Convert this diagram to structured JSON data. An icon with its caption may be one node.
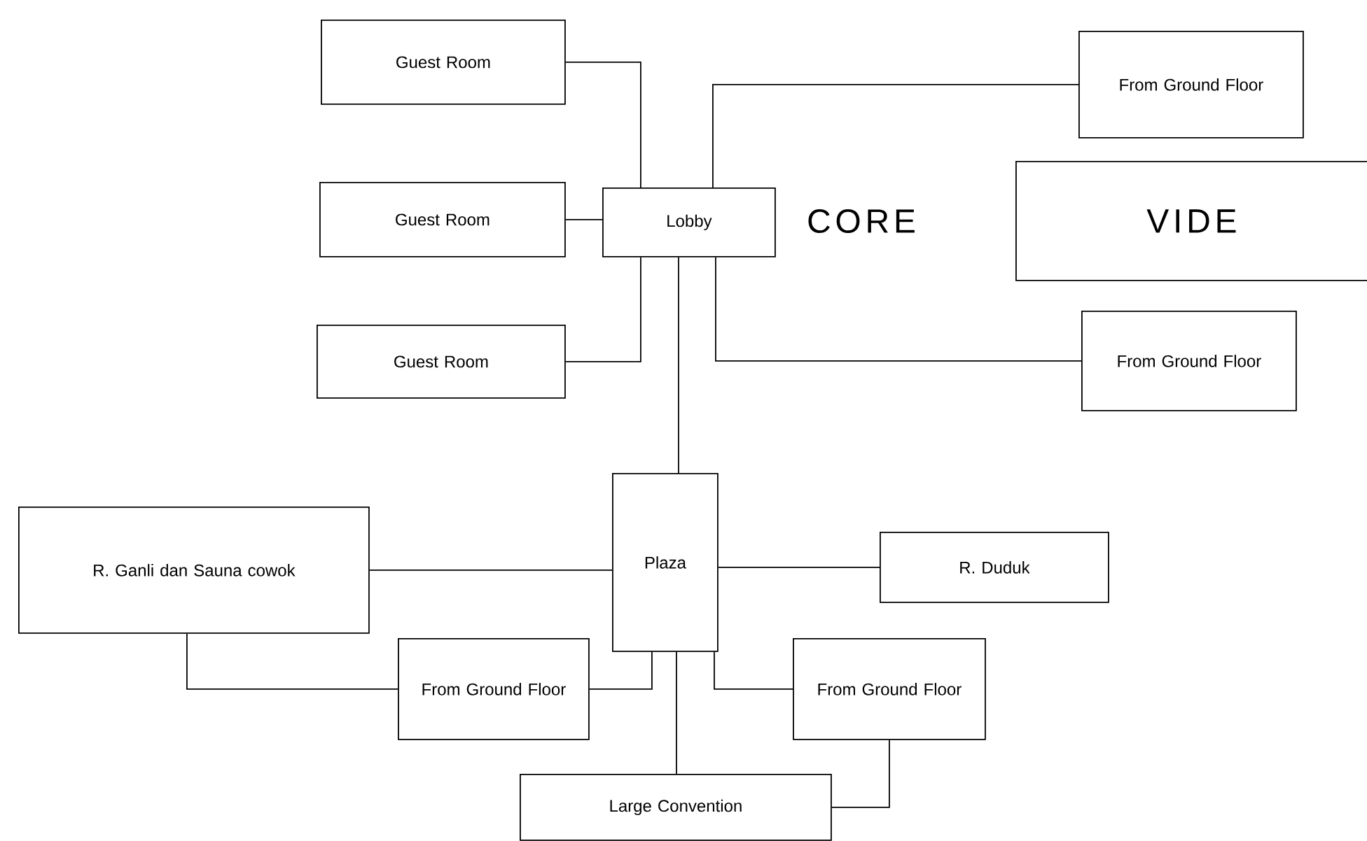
{
  "diagram": {
    "nodes": [
      {
        "text": [
          "Guest Room"
        ]
      },
      {
        "text": [
          "Guest Room"
        ]
      },
      {
        "text": [
          "Guest Room"
        ]
      },
      {
        "text": [
          "Lobby"
        ]
      },
      {
        "text": [
          "From Ground Floor"
        ]
      },
      {
        "text": [
          "VIDE"
        ]
      },
      {
        "text": [
          "From Ground Floor"
        ]
      },
      {
        "text": [
          "R. Ganli dan Sauna cowok"
        ]
      },
      {
        "text": [
          "Plaza"
        ]
      },
      {
        "text": [
          "R. Duduk"
        ]
      },
      {
        "text": [
          "From Ground Floor"
        ]
      },
      {
        "text": [
          "From Ground Floor"
        ]
      },
      {
        "text": [
          "Large Convention"
        ]
      }
    ],
    "edges": [
      {
        "from": 0,
        "to": 3,
        "arrow": "none"
      },
      {
        "from": 1,
        "to": 3,
        "arrow": "none"
      },
      {
        "from": 2,
        "to": 3,
        "arrow": "none"
      },
      {
        "from": 3,
        "to": 4,
        "arrow": "none"
      },
      {
        "from": 3,
        "to": 6,
        "arrow": "none"
      },
      {
        "from": 3,
        "to": 8,
        "arrow": "none"
      },
      {
        "from": 7,
        "to": 8,
        "arrow": "none"
      },
      {
        "from": 7,
        "to": 10,
        "arrow": "none"
      },
      {
        "from": 10,
        "to": 8,
        "arrow": "none"
      },
      {
        "from": 8,
        "to": 9,
        "arrow": "none"
      },
      {
        "from": 8,
        "to": 11,
        "arrow": "none"
      },
      {
        "from": 8,
        "to": 12,
        "arrow": "none"
      },
      {
        "from": 11,
        "to": 12,
        "arrow": "none"
      }
    ],
    "labels": [
      "CORE"
    ]
  }
}
